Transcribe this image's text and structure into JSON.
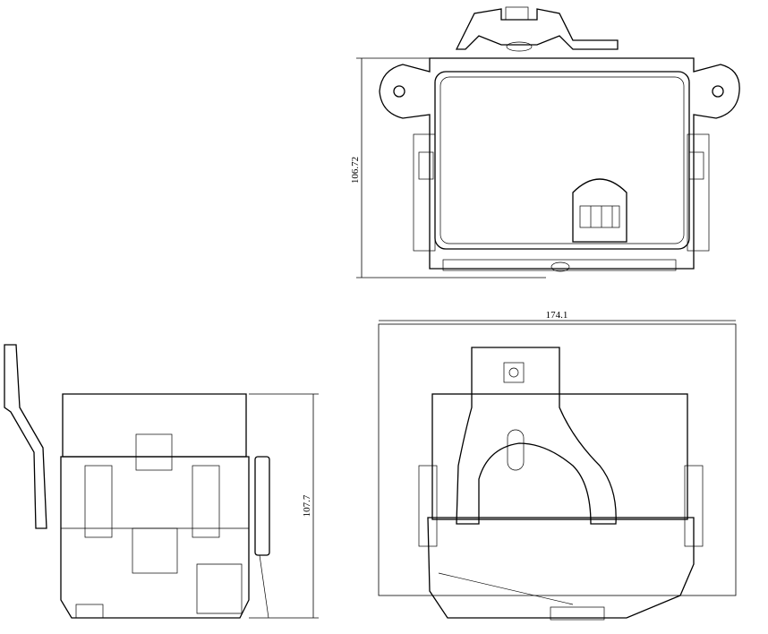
{
  "dimensions": {
    "top_view_height": "106.72",
    "front_view_width": "174.1",
    "side_view_height": "107.7"
  }
}
